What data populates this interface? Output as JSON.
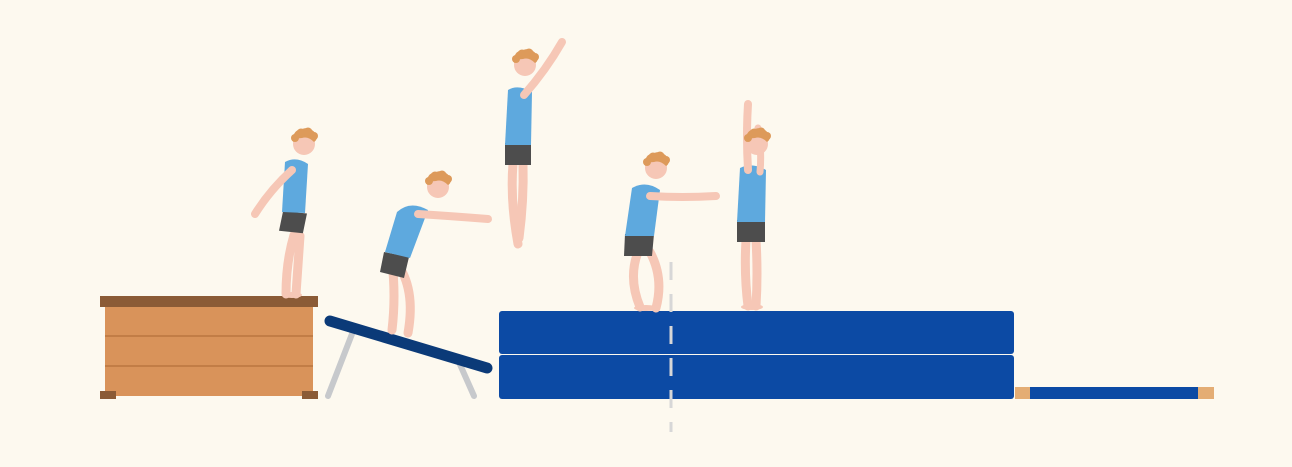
{
  "scene": {
    "colors": {
      "background": "#fdf9ef",
      "skin": "#f6c7b6",
      "hair": "#dd9a5a",
      "shirt": "#5ea9de",
      "shorts": "#4d4d4d",
      "box": "#d9935a",
      "box_top": "#8b5b36",
      "mat": "#0c4aa4",
      "springboard": "#0b3a78",
      "legs": "#c7c9cc",
      "center_line": "#d7d7d7",
      "landing_strip_end": "#e4ad74"
    },
    "elements": [
      "vaulting-box",
      "springboard",
      "landing-mat-stack",
      "landing-strip",
      "center-line",
      "gymnast-on-box",
      "gymnast-on-springboard",
      "gymnast-in-air",
      "gymnast-landing",
      "gymnast-finish"
    ]
  }
}
